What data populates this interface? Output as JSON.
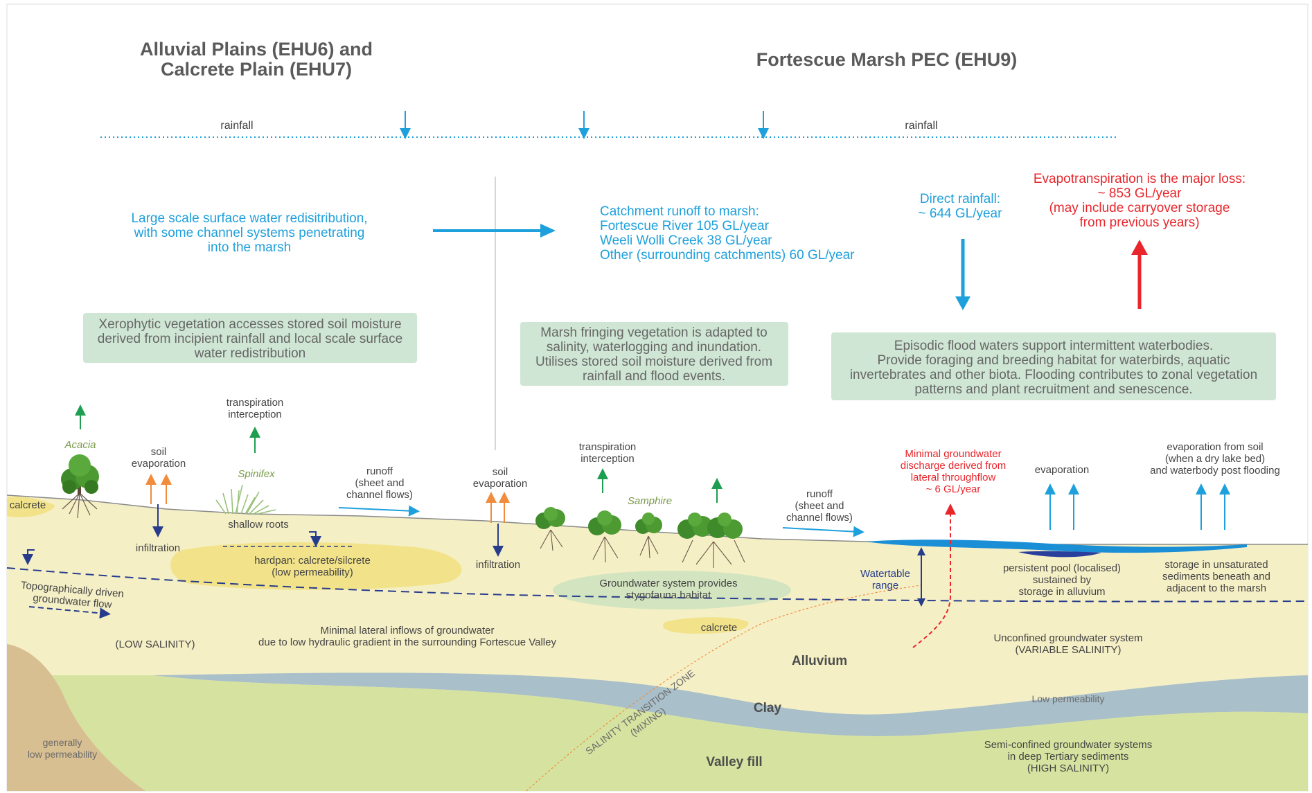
{
  "titles": {
    "left_line1": "Alluvial Plains (EHU6) and",
    "left_line2": "Calcrete Plain (EHU7)",
    "right": "Fortescue Marsh PEC (EHU9)"
  },
  "rainfall": {
    "left": "rainfall",
    "right": "rainfall"
  },
  "surface_redistribution": [
    "Large scale surface water redisitribution,",
    "with some channel systems penetrating",
    "into the marsh"
  ],
  "catchment_runoff": [
    "Catchment runoff to marsh:",
    "Fortescue River 105 GL/year",
    "Weeli Wolli Creek 38 GL/year",
    "Other (surrounding catchments) 60 GL/year"
  ],
  "direct_rainfall": [
    "Direct rainfall:",
    "~ 644 GL/year"
  ],
  "evapotranspiration": [
    "Evapotranspiration is the major loss:",
    "~ 853 GL/year",
    "(may include carryover storage",
    "from previous years)"
  ],
  "box_xerophytic": [
    "Xerophytic vegetation accesses stored soil moisture",
    "derived from incipient rainfall and local scale surface",
    "water redistribution"
  ],
  "box_marsh_fringe": [
    "Marsh fringing vegetation is adapted to",
    "salinity, waterlogging and inundation.",
    "Utilises stored soil moisture derived from",
    "rainfall and flood events."
  ],
  "box_episodic": [
    "Episodic flood waters support intermittent waterbodies.",
    "Provide foraging and breeding habitat for waterbirds, aquatic",
    "invertebrates and other biota. Flooding contributes to zonal vegetation",
    "patterns and plant recruitment and senescence."
  ],
  "labels": {
    "acacia": "Acacia",
    "spinifex": "Spinifex",
    "samphire": "Samphire",
    "calcrete_left": "calcrete",
    "calcrete_mid": "calcrete",
    "soil_evap_1": [
      "soil",
      "evaporation"
    ],
    "soil_evap_2": [
      "soil",
      "evaporation"
    ],
    "transp_1": [
      "transpiration",
      "interception"
    ],
    "transp_2": [
      "transpiration",
      "interception"
    ],
    "infiltration_1": "infiltration",
    "infiltration_2": "infiltration",
    "shallow_roots": "shallow roots",
    "runoff_1": [
      "runoff",
      "(sheet and",
      "channel flows)"
    ],
    "runoff_2": [
      "runoff",
      "(sheet and",
      "channel flows)"
    ],
    "hardpan": [
      "hardpan: calcrete/silcrete",
      "(low permeability)"
    ],
    "topo_flow": [
      "Topographically driven",
      "groundwater flow"
    ],
    "low_salinity": "(LOW SALINITY)",
    "minimal_lateral": [
      "Minimal lateral inflows of groundwater",
      "due to low hydraulic gradient in the surrounding Fortescue Valley"
    ],
    "stygofauna": [
      "Groundwater system provides",
      "stygofauna habitat"
    ],
    "min_gw_discharge": [
      "Minimal groundwater",
      "discharge derived from",
      "lateral throughflow",
      "~ 6 GL/year"
    ],
    "evaporation": "evaporation",
    "evap_soil": [
      "evaporation from soil",
      "(when a dry lake bed)",
      "and waterbody post flooding"
    ],
    "watertable": [
      "Watertable",
      "range"
    ],
    "persistent_pool": [
      "persistent pool (localised)",
      "sustained by",
      "storage in alluvium"
    ],
    "storage_unsat": [
      "storage in unsaturated",
      "sediments beneath and",
      "adjacent to the marsh"
    ],
    "unconfined": [
      "Unconfined groundwater system",
      "(VARIABLE SALINITY)"
    ],
    "alluvium": "Alluvium",
    "clay": "Clay",
    "low_perm": "Low permeability",
    "valley_fill": "Valley fill",
    "generally_low": [
      "generally",
      "low permeability"
    ],
    "semi_confined": [
      "Semi-confined groundwater systems",
      "in deep Tertiary sediments",
      "(HIGH SALINITY)"
    ],
    "salinity_zone": [
      "SALINITY TRANSITION ZONE",
      "(MIXING)"
    ]
  },
  "colors": {
    "blue": "#1ea0dc",
    "red": "#e8262b",
    "green_arrow": "#1e9e50",
    "orange_arrow": "#f08c3c",
    "navy": "#283c8c",
    "box_fill": "#cfe6d4",
    "alluvium": "#f5efc6",
    "clay": "#a9bfc9",
    "valley_fill": "#d6e3a0",
    "bedrock": "#d8bf92",
    "water": "#1b8fd6"
  }
}
